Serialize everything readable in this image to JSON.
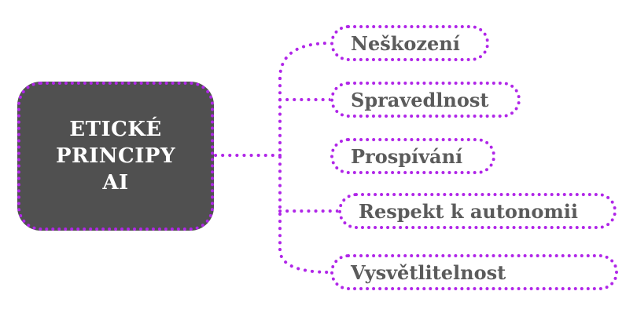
{
  "accent_color": "#b026e8",
  "central": {
    "lines": [
      "ETICKÉ",
      "PRINCIPY",
      "AI"
    ]
  },
  "branches": [
    {
      "label": "Neškození"
    },
    {
      "label": "Spravedlnost"
    },
    {
      "label": "Prospívání"
    },
    {
      "label": "Respekt k autonomii"
    },
    {
      "label": "Vysvětlitelnost"
    }
  ]
}
